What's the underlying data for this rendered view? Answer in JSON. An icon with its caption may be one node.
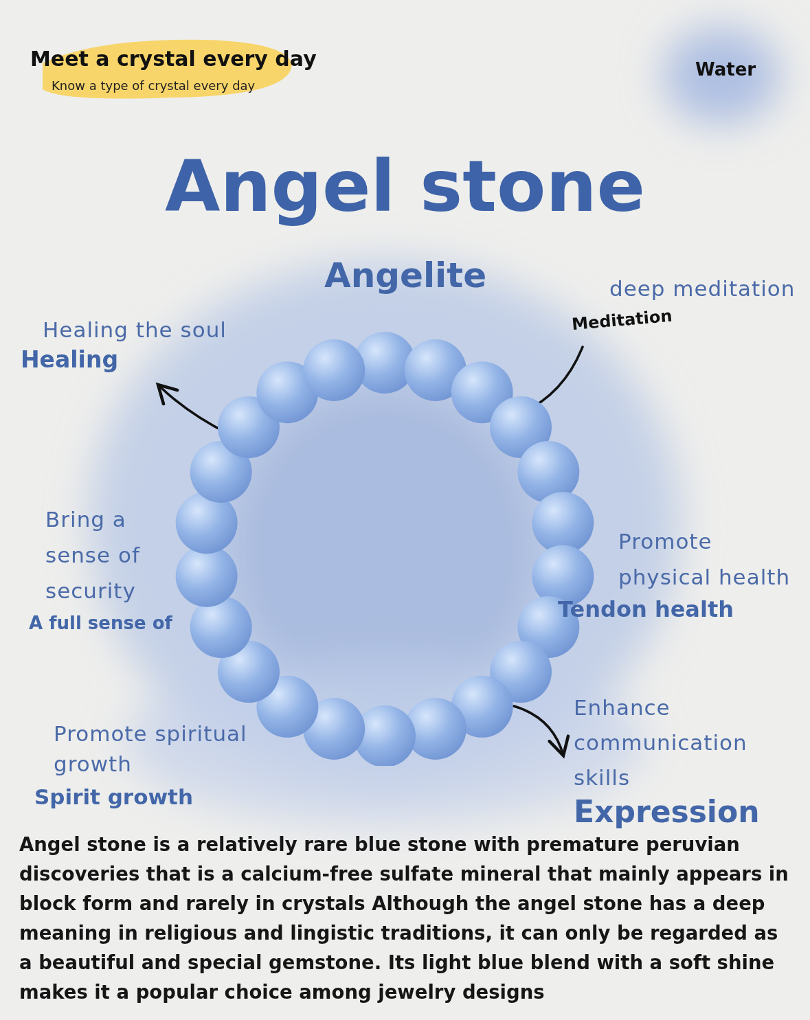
{
  "diagram": {
    "title": "Angel stone",
    "nodes": [
      {
        "text": [],
        "shape": "picture"
      },
      {
        "text": [
          "Healing the soul",
          "Healing"
        ]
      },
      {
        "text": [
          "deep meditation",
          "Meditation"
        ]
      },
      {
        "text": [
          "Enhance communication skills",
          "Expression"
        ]
      }
    ],
    "edges": [
      {
        "from": 0,
        "to": 1,
        "arrow": "to"
      },
      {
        "from": 0,
        "to": 2,
        "arrow": "none"
      },
      {
        "from": 0,
        "to": 3,
        "arrow": "to"
      }
    ],
    "labels": [
      "Meet a crystal every day",
      "Know a type of crystal every day",
      "Water",
      "Angelite",
      "Bring a sense of security",
      "A full sense of",
      "Promote physical health",
      "Tendon health",
      "Promote spiritual growth",
      "Spirit growth",
      "Angel stone is a relatively rare blue stone with premature peruvian discoveries that is a calcium-free sulfate mineral that mainly appears in block form and rarely in crystals Although the angel stone has a deep meaning in religious and lingistic traditions, it can only be regarded as a beautiful and special gemstone. Its light blue blend with a soft shine makes it a popular choice among jewelry designs"
    ]
  }
}
